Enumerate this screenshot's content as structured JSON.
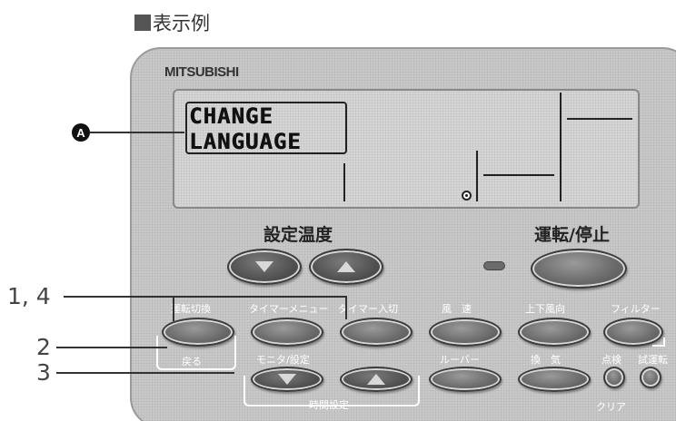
{
  "heading": "表示例",
  "brand": "MITSUBISHI",
  "lcd": {
    "line1": "CHANGE",
    "line2": "LANGUAGE"
  },
  "callout": "A",
  "labels": {
    "temp_setting": "設定温度",
    "run_stop": "運転/停止",
    "mode_switch": "運転切換",
    "timer_menu": "タイマーメニュー",
    "timer_onoff": "タイマー入切",
    "fan_speed": "風　速",
    "vane": "上下風向",
    "filter": "フィルター",
    "back": "戻る",
    "monitor_set": "モニタ/設定",
    "louver": "ルーバー",
    "ventilation": "換　気",
    "check": "点検",
    "test_run": "試運転",
    "clear": "クリア",
    "time_setting": "時間設定"
  },
  "step_labels": {
    "s14": "1, 4",
    "s2": "2",
    "s3": "3"
  },
  "colors": {
    "panel": "#c9c9c9",
    "lcd": "#d6d6d6",
    "button": "#6c6c6c"
  }
}
